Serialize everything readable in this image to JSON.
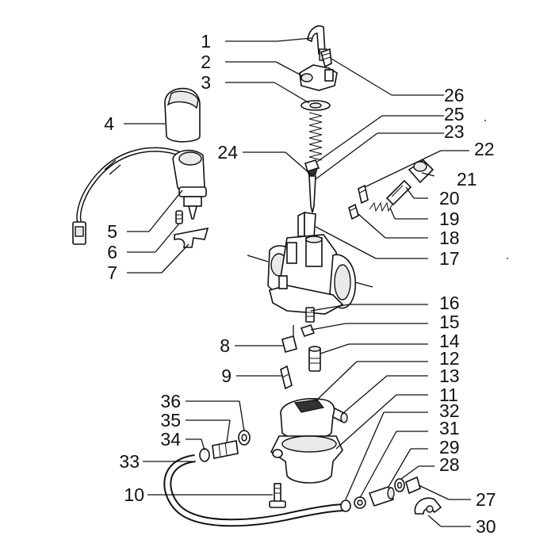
{
  "callouts": [
    {
      "id": "1",
      "text": "1"
    },
    {
      "id": "2",
      "text": "2"
    },
    {
      "id": "3",
      "text": "3"
    },
    {
      "id": "4",
      "text": "4"
    },
    {
      "id": "5",
      "text": "5"
    },
    {
      "id": "6",
      "text": "6"
    },
    {
      "id": "7",
      "text": "7"
    },
    {
      "id": "8",
      "text": "8"
    },
    {
      "id": "9",
      "text": "9"
    },
    {
      "id": "10",
      "text": "10"
    },
    {
      "id": "11",
      "text": "11"
    },
    {
      "id": "12",
      "text": "12"
    },
    {
      "id": "13",
      "text": "13"
    },
    {
      "id": "14",
      "text": "14"
    },
    {
      "id": "15",
      "text": "15"
    },
    {
      "id": "16",
      "text": "16"
    },
    {
      "id": "17",
      "text": "17"
    },
    {
      "id": "18",
      "text": "18"
    },
    {
      "id": "19",
      "text": "19"
    },
    {
      "id": "20",
      "text": "20"
    },
    {
      "id": "21",
      "text": "21"
    },
    {
      "id": "22",
      "text": "22"
    },
    {
      "id": "23",
      "text": "23"
    },
    {
      "id": "24",
      "text": "24"
    },
    {
      "id": "25",
      "text": "25"
    },
    {
      "id": "26",
      "text": "26"
    },
    {
      "id": "27",
      "text": "27"
    },
    {
      "id": "28",
      "text": "28"
    },
    {
      "id": "29",
      "text": "29"
    },
    {
      "id": "30",
      "text": "30"
    },
    {
      "id": "31",
      "text": "31"
    },
    {
      "id": "32",
      "text": "32"
    },
    {
      "id": "33",
      "text": "33"
    },
    {
      "id": "34",
      "text": "34"
    },
    {
      "id": "35",
      "text": "35"
    },
    {
      "id": "36",
      "text": "36"
    }
  ],
  "colors": {
    "line": "#111111",
    "background": "#ffffff",
    "shade": "#e9e9e9"
  }
}
